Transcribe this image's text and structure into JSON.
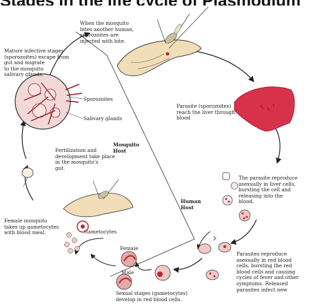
{
  "header": {
    "title": "Stages in the life cycle of Plasmodium (cropped heading)"
  },
  "hosts": {
    "mosquito": "Mosquito\nHost",
    "human": "Human\nHost"
  },
  "labels": {
    "mosquito_bites": "When the mosquito\nbites another human,\nsporozoites are\ninjected with bite.",
    "mature_stages": "Mature infective stages\n(sporozoites) escape from\ngut and migrate\nto the mosquito\nsalivary glands.",
    "sporozoites": "Sporozoites",
    "salivary_glands": "Salivary glands",
    "reach_liver": "Parasite (sporozoites)\nreach the liver through\nblood",
    "liver_reproduce": "The parasite reproduce\nasexually in liver cells,\nbursting the cell and\nreleasing into the\nblood.",
    "fertilization": "Fertilization and\ndevelopment take place\nin the mosquito's\ngut.",
    "female_mosquito": "Female mosquito\ntakes up gametocytes\nwith blood meal.",
    "gametocytes": "Gametocytes",
    "female": "Female",
    "male": "Male",
    "sexual_stages": "Sexual stages (gametocytes)\ndevelop in red blood cells.",
    "rbc_reproduce": "Parasites reproduce\nasexually in red blood\ncells, bursting the red\nblood cells and causing\ncycles of fever and other\nsymptoms. Released\nparasites infect new"
  },
  "colors": {
    "liver": "#d8324a",
    "rbc": "#f3c9c6",
    "rbc_dark": "#b52a35",
    "skin": "#f1ddb8",
    "arrow": "#222222"
  }
}
